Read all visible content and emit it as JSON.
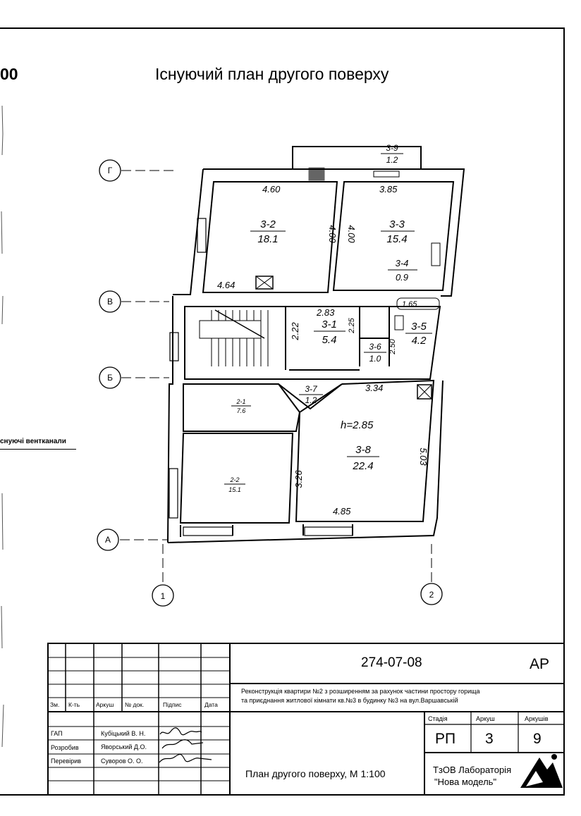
{
  "drawing": {
    "title": "Існуючий  план другого поверху",
    "scale_fragment": "00",
    "vent_note": "снуючі вентканали",
    "axes": {
      "g": "Г",
      "v": "В",
      "b": "Б",
      "a": "А",
      "n1": "1",
      "n2": "2"
    },
    "rooms": [
      {
        "id": "3-9",
        "area": "1.2"
      },
      {
        "id": "3-2",
        "area": "18.1"
      },
      {
        "id": "3-3",
        "area": "15.4"
      },
      {
        "id": "3-4",
        "area": "0.9"
      },
      {
        "id": "3-1",
        "area": "5.4"
      },
      {
        "id": "3-6",
        "area": "1.0"
      },
      {
        "id": "3-5",
        "area": "4.2"
      },
      {
        "id": "3-7",
        "area": "1.2"
      },
      {
        "id": "3-8",
        "area": "22.4"
      },
      {
        "id": "2-1",
        "area": "7.6"
      },
      {
        "id": "2-2",
        "area": "15.1"
      }
    ],
    "dims": {
      "d1": "4.60",
      "d2": "4.00",
      "d3": "4.00",
      "d4": "3.85",
      "d5": "4.64",
      "d6": "2.83",
      "d7": "2.22",
      "d8": "2.25",
      "d9": "2.50",
      "d10": "1.65",
      "d11": "3.34",
      "d12": "h=2.85",
      "d13": "5.03",
      "d14": "3.26",
      "d15": "4.85"
    }
  },
  "stamp": {
    "code": "274-07-08",
    "sheet_code": "АР",
    "description_line1": "Реконструкція квартири №2 з розширенням за рахунок частини простору горища",
    "description_line2": "та приєднання житлової кімнати кв.№3 в будинку №3 на вул.Варшавській",
    "headers": {
      "zm": "Зм.",
      "kt": "К-ть",
      "arkush": "Аркуш",
      "ndok": "№ док.",
      "pidpys": "Підпис",
      "data": "Дата"
    },
    "roles": [
      {
        "role": "ГАП",
        "name": "Кубіцький В. Н."
      },
      {
        "role": "Розробив",
        "name": "Яворський Д.О."
      },
      {
        "role": "Перевірив",
        "name": "Суворов О. О."
      }
    ],
    "stage_label": "Стадія",
    "arkush_label": "Аркуш",
    "arkushiv_label": "Аркушів",
    "stage": "РП",
    "sheet": "3",
    "sheets": "9",
    "plan_title": "План другого поверху, М 1:100",
    "org_line1": "ТзОВ Лабораторія",
    "org_line2": "\"Нова модель\""
  }
}
